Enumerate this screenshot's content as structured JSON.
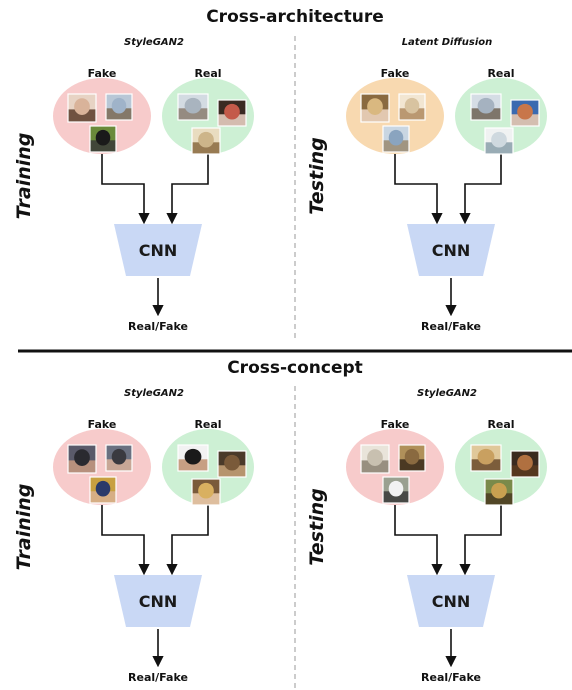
{
  "colors": {
    "fake_ellipse": "#f7cbcb",
    "real_ellipse": "#cdf0d4",
    "fake_ellipse_test_arch": "#f8d9b0",
    "real_ellipse_test_arch": "#cdf0d4",
    "cnn_fill": "#c9d8f5",
    "arrow": "#111111",
    "divider": "#111111",
    "dashed_divider": "#9a9a9a"
  },
  "sections": [
    {
      "title": "Cross-architecture",
      "panels": [
        {
          "phase": "Training",
          "model": "StyleGAN2",
          "fake_label": "Fake",
          "real_label": "Real",
          "cnn": "CNN",
          "output": "Real/Fake",
          "fake_style": "pink",
          "fake_thumbs": [
            "woman-face-photo",
            "castle-photo",
            "black-cat-photo"
          ],
          "real_thumbs": [
            "building-photo",
            "woman-smiling-photo",
            "cheetah-photo"
          ]
        },
        {
          "phase": "Testing",
          "model": "Latent Diffusion",
          "fake_label": "Fake",
          "real_label": "Real",
          "cnn": "CNN",
          "output": "Real/Fake",
          "fake_style": "orange",
          "fake_thumbs": [
            "blonde-woman-photo",
            "bedroom-photo",
            "church-photo"
          ],
          "real_thumbs": [
            "tower-photo",
            "boy-face-photo",
            "living-room-photo"
          ]
        }
      ]
    },
    {
      "title": "Cross-concept",
      "panels": [
        {
          "phase": "Training",
          "model": "StyleGAN2",
          "fake_label": "Fake",
          "real_label": "Real",
          "cnn": "CNN",
          "output": "Real/Fake",
          "fake_style": "pink",
          "fake_thumbs": [
            "person-hat-photo",
            "child-face-photo",
            "man-face-photo"
          ],
          "real_thumbs": [
            "man-sunglasses-photo",
            "bearded-man-photo",
            "blonde-girl-photo"
          ]
        },
        {
          "phase": "Testing",
          "model": "StyleGAN2",
          "fake_label": "Fake",
          "real_label": "Real",
          "cnn": "CNN",
          "output": "Real/Fake",
          "fake_style": "pink",
          "fake_thumbs": [
            "lynx-photo",
            "tabby-cat-photo",
            "white-cat-photo"
          ],
          "real_thumbs": [
            "cheetah-face-photo",
            "fox-photo",
            "leopard-photo"
          ]
        }
      ]
    }
  ]
}
